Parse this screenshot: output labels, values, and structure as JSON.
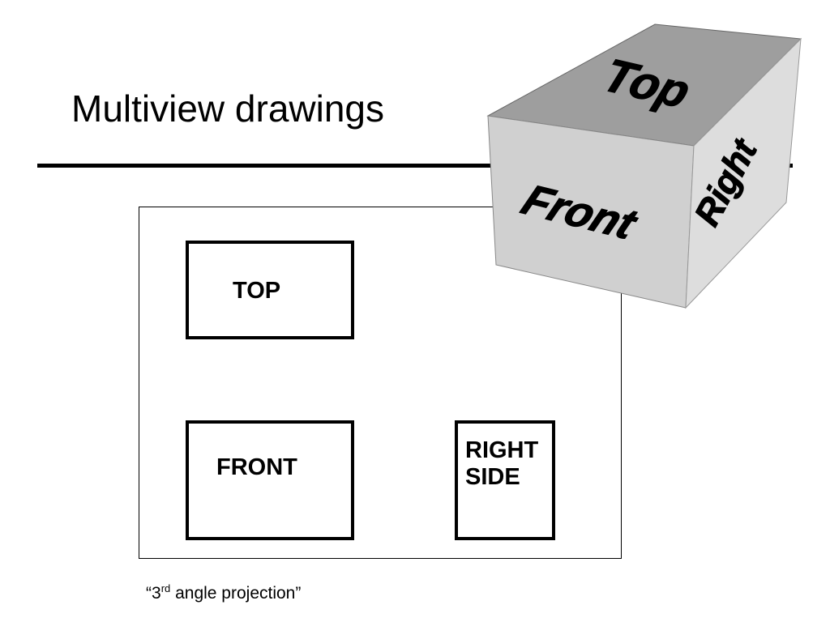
{
  "slide": {
    "title": "Multiview drawings"
  },
  "views": {
    "top_label": "TOP",
    "front_label": "FRONT",
    "right_label_line1": "RIGHT",
    "right_label_line2": "SIDE"
  },
  "caption": {
    "open_quote": "“3",
    "superscript": "rd",
    "rest": " angle projection”"
  },
  "cube": {
    "top_face_label": "Top",
    "front_face_label": "Front",
    "right_face_label": "Right",
    "colors": {
      "top_face": "#9e9e9e",
      "front_face": "#d0d0d0",
      "right_face": "#dddddd"
    }
  }
}
